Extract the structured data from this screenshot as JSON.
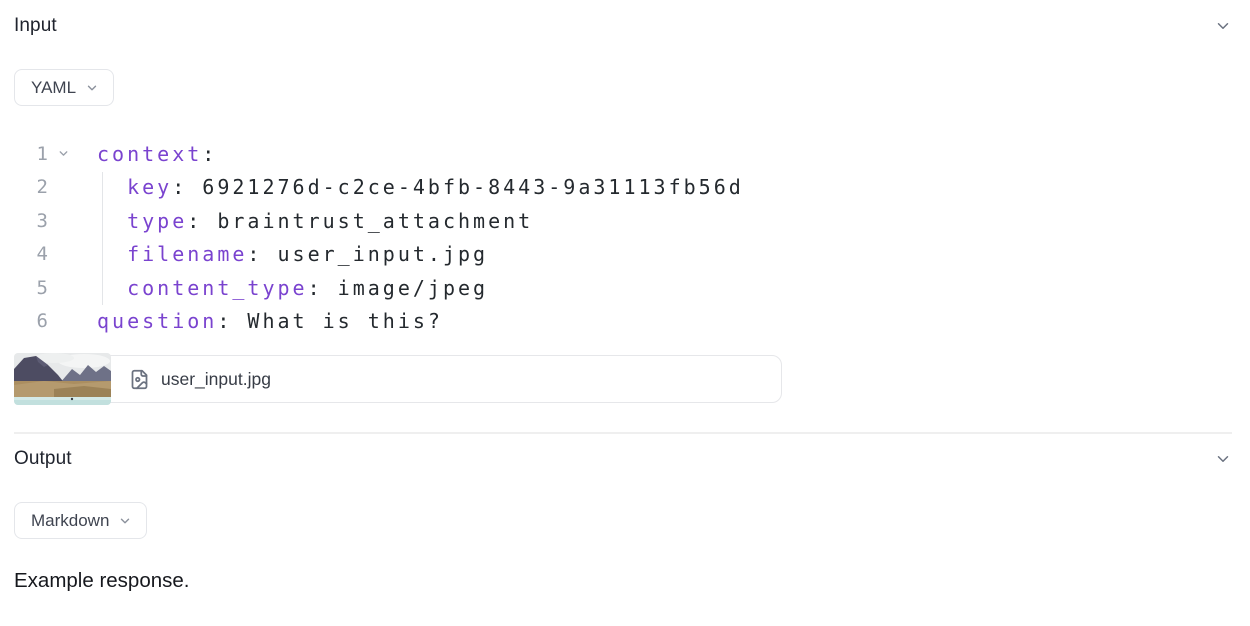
{
  "input": {
    "title": "Input",
    "format": "YAML",
    "code_lines": [
      {
        "num": "1",
        "fold": true,
        "indent": "",
        "key": "context",
        "rest": ":"
      },
      {
        "num": "2",
        "fold": false,
        "indent": "  ",
        "key": "key",
        "rest": ": 6921276d-c2ce-4bfb-8443-9a31113fb56d"
      },
      {
        "num": "3",
        "fold": false,
        "indent": "  ",
        "key": "type",
        "rest": ": braintrust_attachment"
      },
      {
        "num": "4",
        "fold": false,
        "indent": "  ",
        "key": "filename",
        "rest": ": user_input.jpg"
      },
      {
        "num": "5",
        "fold": false,
        "indent": "  ",
        "key": "content_type",
        "rest": ": image/jpeg"
      },
      {
        "num": "6",
        "fold": false,
        "indent": "",
        "key": "question",
        "rest": ": What is this?"
      }
    ],
    "attachment": {
      "filename": "user_input.jpg"
    }
  },
  "output": {
    "title": "Output",
    "format": "Markdown",
    "response": "Example response."
  },
  "colors": {
    "yaml_key": "#7a43cf",
    "code_text": "#24292e",
    "line_number": "#9ba1ab",
    "border": "#e5e7eb"
  }
}
